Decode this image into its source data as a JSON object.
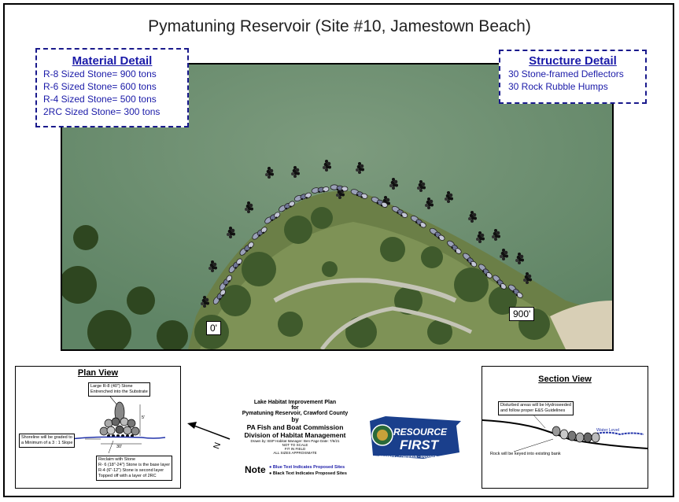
{
  "title": "Pymatuning Reservoir (Site #10, Jamestown Beach)",
  "material_detail": {
    "heading": "Material Detail",
    "lines": [
      "R-8 Sized Stone= 900 tons",
      "R-6 Sized Stone= 600 tons",
      "R-4 Sized Stone= 500 tons",
      "2RC Sized Stone= 300 tons"
    ]
  },
  "structure_detail": {
    "heading": "Structure Detail",
    "lines": [
      "30 Stone-framed Deflectors",
      "30 Rock Rubble Humps"
    ]
  },
  "markers": {
    "start": "0'",
    "end": "900'"
  },
  "plan_view": {
    "title": "Plan View",
    "label_top": [
      "Large R-8 (40\") Stone",
      "Entrenched into the Substrate"
    ],
    "label_left": [
      "Shoreline will be graded to",
      "a Minimum of a 3 : 1 Slope"
    ],
    "label_bottom": [
      "Reclaim with Stone",
      "R- 6 (18\"-24\") Stone is the base layer",
      "R-4 (6\"-12\") Stone is second layer",
      "Topped off with a layer of 2RC"
    ],
    "dim_height": "5'",
    "dim_width": "30'"
  },
  "section_view": {
    "title": "Section View",
    "label_top": [
      "Disturbed areas will be Hydroseeded",
      "and follow proper E&S Guidelines"
    ],
    "label_bottom": "Rock will be keyed into existing bank",
    "water_label": "Water Level"
  },
  "plan_info": {
    "line1": "Lake Habitat Improvement Plan",
    "line2": "for",
    "line3": "Pymatuning Reservoir, Crawford County",
    "line4": "by",
    "line5": "PA Fish and Boat Commission",
    "line6": "Division of Habitat Management",
    "drawn": "Drawn by: BSP     Habitat Manager: Ben Page  Date: 7/6/21",
    "scale1": "NOT TO SCALE",
    "scale2": "FIT IN FIELD",
    "scale3": "ALL SIZES APPROXIMATE",
    "note": "Note",
    "note_blue": "Blue Text Indicates Proposed Sites",
    "note_black": "Black Text Indicates Proposed Sites"
  },
  "north_label": "N",
  "logo": {
    "line1": "RESOURCE",
    "line2": "FIRST",
    "tagline": "PROTECT • CONSERVE • ENHANCE"
  },
  "colors": {
    "water": "#6b8f6e",
    "land": "#5d7a3f",
    "road": "#bdbdb0",
    "blue_text": "#1a1aa8"
  }
}
